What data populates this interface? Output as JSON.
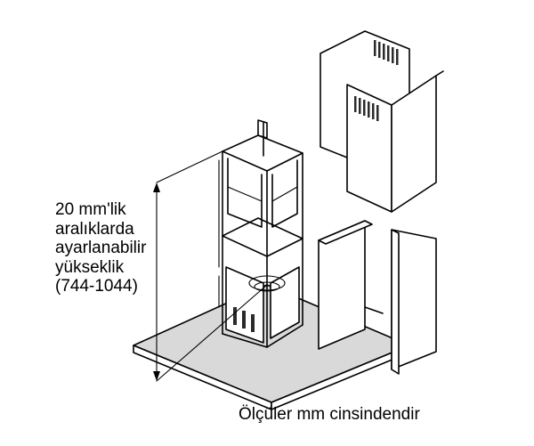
{
  "adjustable_height_label": {
    "line1": "20 mm'lik",
    "line2": "aralıklarda",
    "line3": "ayarlanabilir",
    "line4": "yükseklik",
    "line5": "(744-1044)"
  },
  "caption": "Ölçüler mm cinsindendir",
  "colors": {
    "line": "#000000",
    "shade": "#d9d9d9",
    "background": "#ffffff"
  }
}
